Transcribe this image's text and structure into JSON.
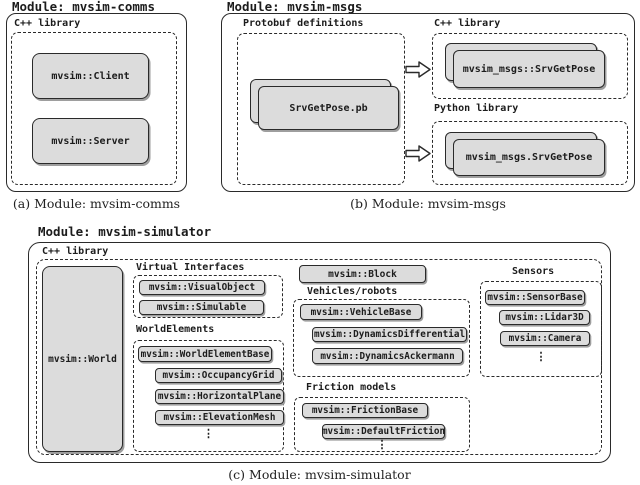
{
  "ellipsis": "⋮",
  "panel_a": {
    "title": "Module: mvsim-comms",
    "library_label": "C++ library",
    "client_box": "mvsim::Client",
    "server_box": "mvsim::Server",
    "caption": "(a) Module: mvsim-comms"
  },
  "panel_b": {
    "title": "Module: mvsim-msgs",
    "protobuf_label": "Protobuf definitions",
    "protobuf_stack": "SrvGetPose.pb",
    "cpp_label": "C++ library",
    "cpp_stack": "mvsim_msgs::SrvGetPose",
    "python_label": "Python library",
    "python_stack": "mvsim_msgs.SrvGetPose",
    "caption": "(b) Module: mvsim-msgs"
  },
  "panel_c": {
    "title": "Module: mvsim-simulator",
    "library_label": "C++ library",
    "world_box": "mvsim::World",
    "block_box": "mvsim::Block",
    "virtual_interfaces": {
      "label": "Virtual Interfaces",
      "items": [
        "mvsim::VisualObject",
        "mvsim::Simulable"
      ]
    },
    "world_elements": {
      "label": "WorldElements",
      "items": [
        "mvsim::WorldElementBase",
        "mvsim::OccupancyGrid",
        "mvsim::HorizontalPlane",
        "mvsim::ElevationMesh"
      ]
    },
    "vehicles": {
      "label": "Vehicles/robots",
      "items": [
        "mvsim::VehicleBase",
        "mvsim::DynamicsDifferential",
        "mvsim::DynamicsAckermann"
      ]
    },
    "friction": {
      "label": "Friction models",
      "items": [
        "mvsim::FrictionBase",
        "mvsim::DefaultFriction"
      ]
    },
    "sensors": {
      "label": "Sensors",
      "items": [
        "mvsim::SensorBase",
        "mvsim::Lidar3D",
        "mvsim::Camera"
      ]
    },
    "caption": "(c) Module: mvsim-simulator"
  },
  "colors": {
    "box_fill": "#dcdcdc",
    "box_border": "#2a2a2a",
    "shadow": "#9e9e9e",
    "background": "#ffffff"
  }
}
